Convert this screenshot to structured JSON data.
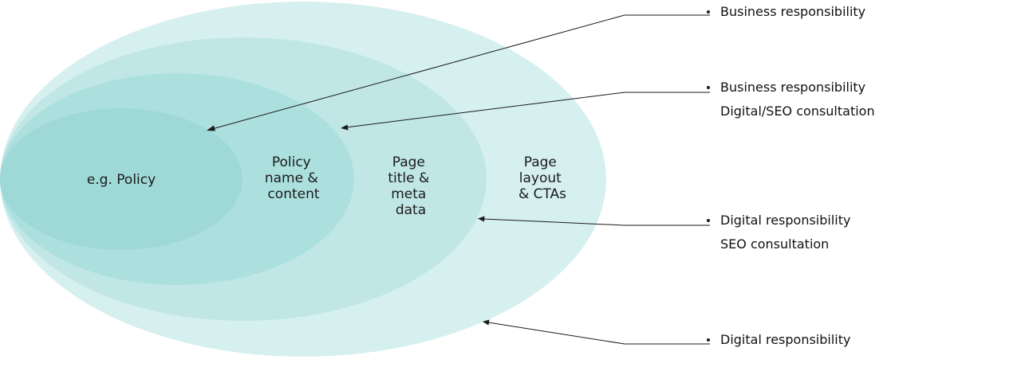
{
  "colors": {
    "outer_ellipse": "#d6f0ef",
    "second_ellipse": "#c0e7e6",
    "third_ellipse": "#ace0df",
    "inner_ellipse": "#9ed9d8",
    "text": "#1a1a1a"
  },
  "layers": [
    {
      "id": "policy",
      "lines": [
        "e.g. Policy"
      ]
    },
    {
      "id": "name-content",
      "lines": [
        "Policy",
        "name &",
        "content"
      ]
    },
    {
      "id": "title-meta",
      "lines": [
        "Page",
        "title &",
        "meta",
        "data"
      ]
    },
    {
      "id": "layout-ctas",
      "lines": [
        "Page",
        "layout",
        "& CTAs"
      ]
    }
  ],
  "responsibilities": [
    {
      "target": "policy",
      "lines": [
        "Business responsibility"
      ]
    },
    {
      "target": "name-content",
      "lines": [
        "Business responsibility",
        "Digital/SEO consultation"
      ]
    },
    {
      "target": "title-meta",
      "lines": [
        "Digital responsibility",
        "SEO consultation"
      ]
    },
    {
      "target": "layout-ctas",
      "lines": [
        "Digital responsibility"
      ]
    }
  ]
}
